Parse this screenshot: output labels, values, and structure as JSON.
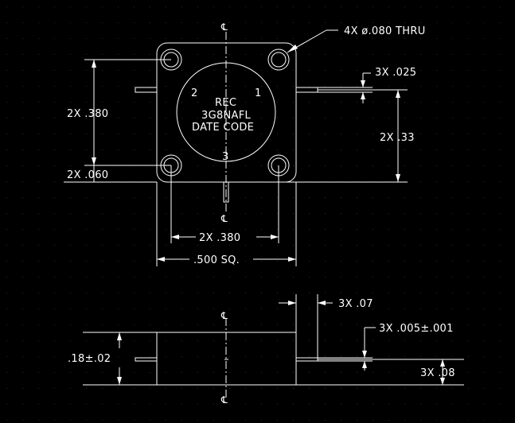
{
  "colors": {
    "background": "#000000",
    "lines": "#ffffff",
    "grid_dots": "#2a2a2a"
  },
  "symbols": {
    "centerline": "℄"
  },
  "top_view": {
    "label_rec": "REC",
    "label_part": "3G8NAFL",
    "label_datecode": "DATE CODE",
    "port_2": "2",
    "port_1": "1",
    "port_3": "3",
    "callout_holes": "4X ø.080 THRU",
    "dim_hole_spacing_vert": "2X .380",
    "dim_hole_offset": "2X .060",
    "dim_pin_width": "3X .025",
    "dim_pin_height": "2X .33",
    "dim_hole_spacing_horiz": "2X .380",
    "dim_square": ".500 SQ."
  },
  "side_view": {
    "dim_height": ".18±.02",
    "dim_pin_length": "3X .07",
    "dim_pin_thickness": "3X .005±.001",
    "dim_pin_offset": "3X .08"
  }
}
